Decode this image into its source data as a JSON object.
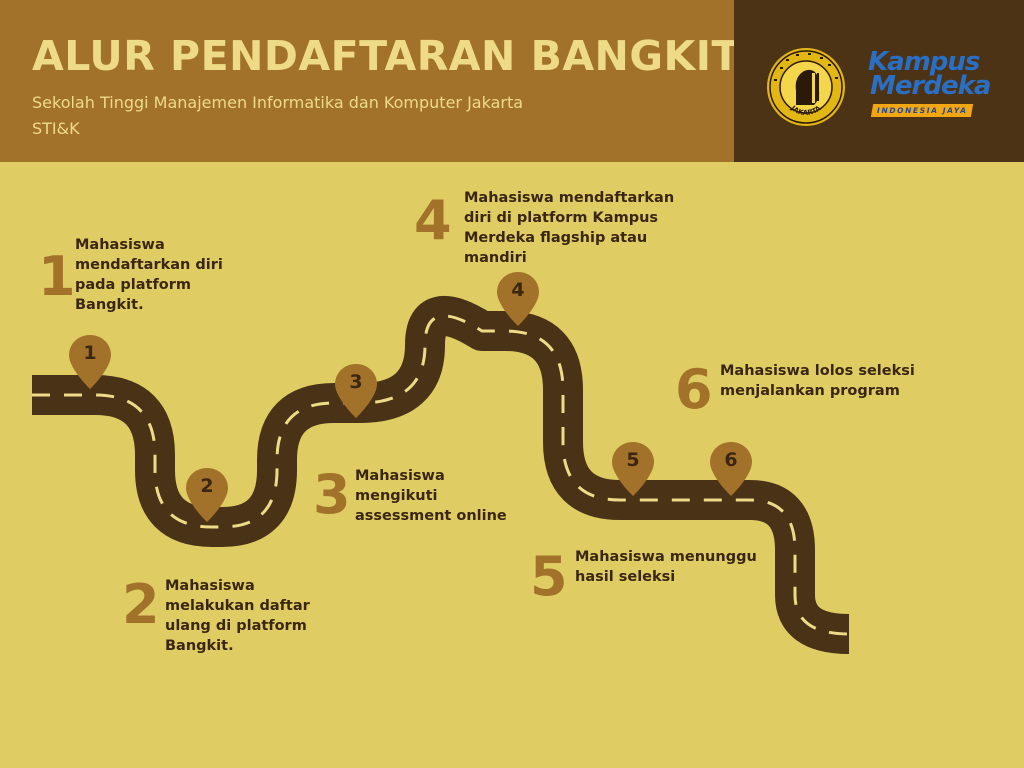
{
  "header": {
    "title": "ALUR PENDAFTARAN BANGKIT",
    "subtitle": "Sekolah Tinggi Manajemen Informatika dan Komputer Jakarta STI&K"
  },
  "logos": {
    "seal_text": "JAKARTA",
    "kampus_merdeka": {
      "line1": "Kampus",
      "line2": "Merdeka",
      "band": "INDONESIA JAYA"
    }
  },
  "colors": {
    "background": "#dfcd64",
    "header": "#a3722a",
    "logo_panel": "#4c3316",
    "road": "#4a3217",
    "road_dash": "#eedb87",
    "pin": "#a3722a",
    "accent_number": "#a3722a"
  },
  "steps": [
    {
      "number": "1",
      "text": "Mahasiswa mendaftarkan diri pada platform Bangkit."
    },
    {
      "number": "2",
      "text": "Mahasiswa melakukan daftar ulang di platform Bangkit."
    },
    {
      "number": "3",
      "text": "Mahasiswa mengikuti assessment online"
    },
    {
      "number": "4",
      "text": "Mahasiswa mendaftarkan diri di platform Kampus Merdeka flagship atau mandiri"
    },
    {
      "number": "5",
      "text": "Mahasiswa menunggu hasil seleksi"
    },
    {
      "number": "6",
      "text": "Mahasiswa lolos seleksi menjalankan program"
    }
  ]
}
